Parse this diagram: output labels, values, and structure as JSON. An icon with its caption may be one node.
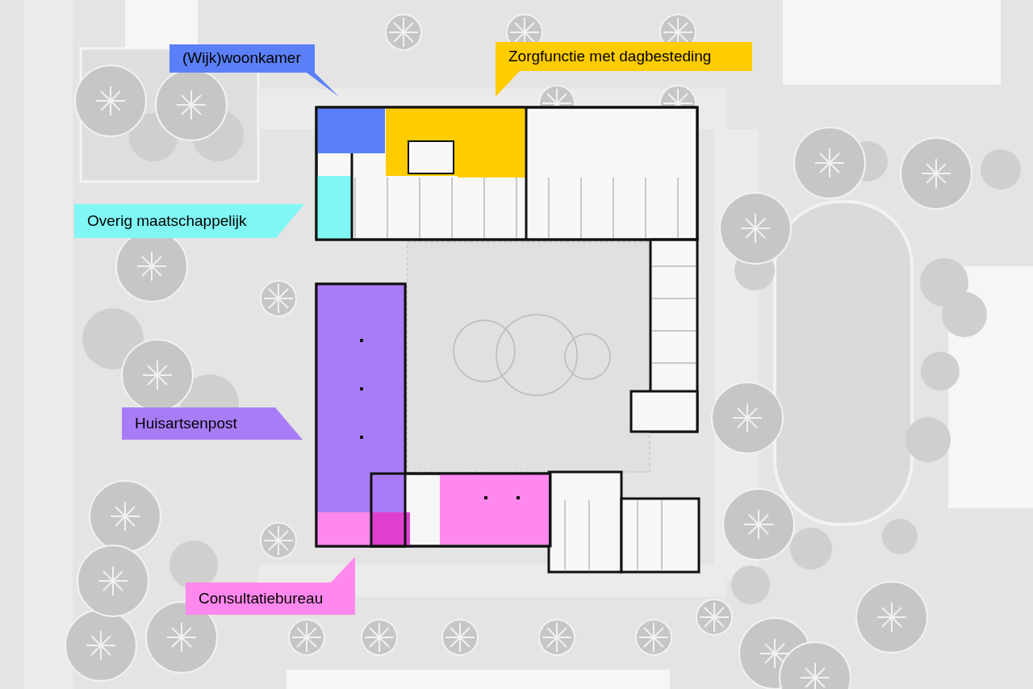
{
  "diagram": {
    "nodes": [
      {
        "text": [
          "(Wijk)woonkamer"
        ]
      },
      {
        "text": [
          "Zorgfunctie met dagbesteding"
        ]
      },
      {
        "text": [
          "Overig maatschappelijk"
        ]
      },
      {
        "text": [
          "Huisartsenpost"
        ]
      },
      {
        "text": [
          "Consultatiebureau"
        ]
      }
    ]
  }
}
